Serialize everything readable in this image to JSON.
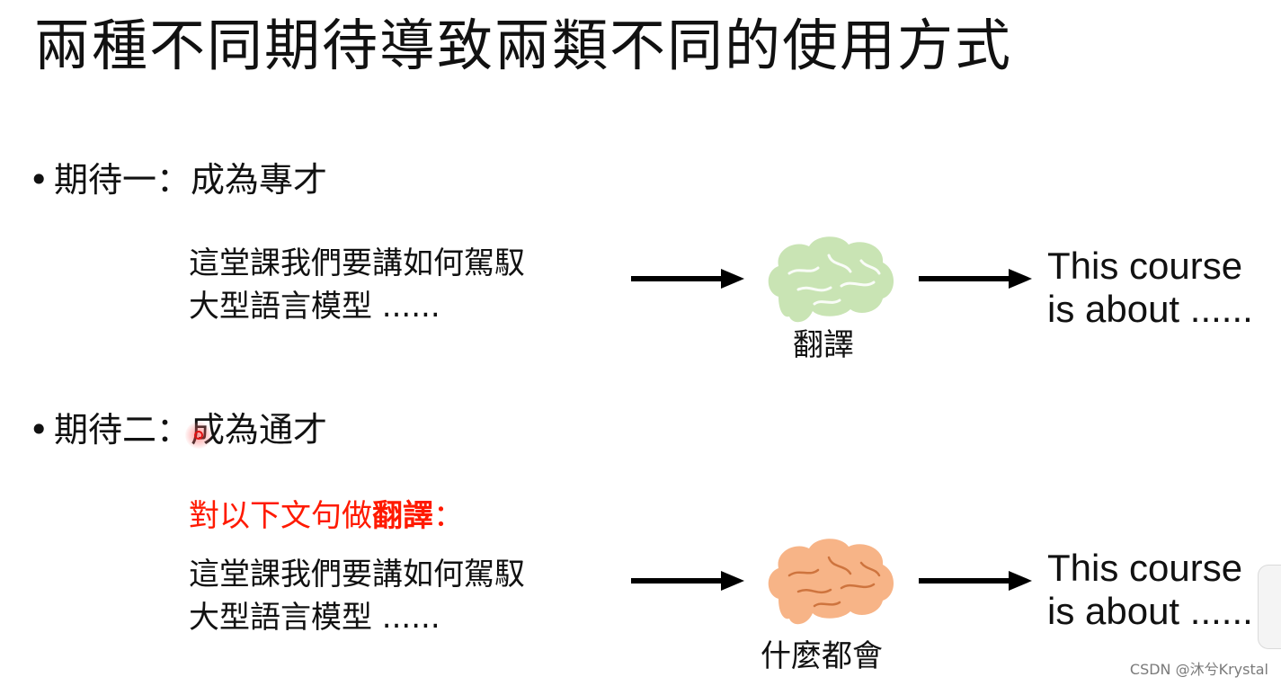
{
  "title": "兩種不同期待導致兩類不同的使用方式",
  "expectation_1": {
    "bullet": "•",
    "text": "期待一：成為專才",
    "input_line_1": "這堂課我們要講如何駕馭",
    "input_line_2": "大型語言模型 ......",
    "brain_label": "翻譯",
    "brain_color": "#c9e4b4",
    "output_line_1": "This course",
    "output_line_2": "is about ......"
  },
  "expectation_2": {
    "bullet": "•",
    "text": "期待二：成為通才",
    "instruction_prefix": "對以下文句做",
    "instruction_bold": "翻譯",
    "instruction_suffix": "：",
    "instruction_color": "#ff1a00",
    "input_line_1": "這堂課我們要講如何駕馭",
    "input_line_2": "大型語言模型 ......",
    "brain_label": "什麼都會",
    "brain_color": "#f7b487",
    "output_line_1": "This course",
    "output_line_2": "is about ......"
  },
  "watermark": "CSDN @沐兮Krystal"
}
